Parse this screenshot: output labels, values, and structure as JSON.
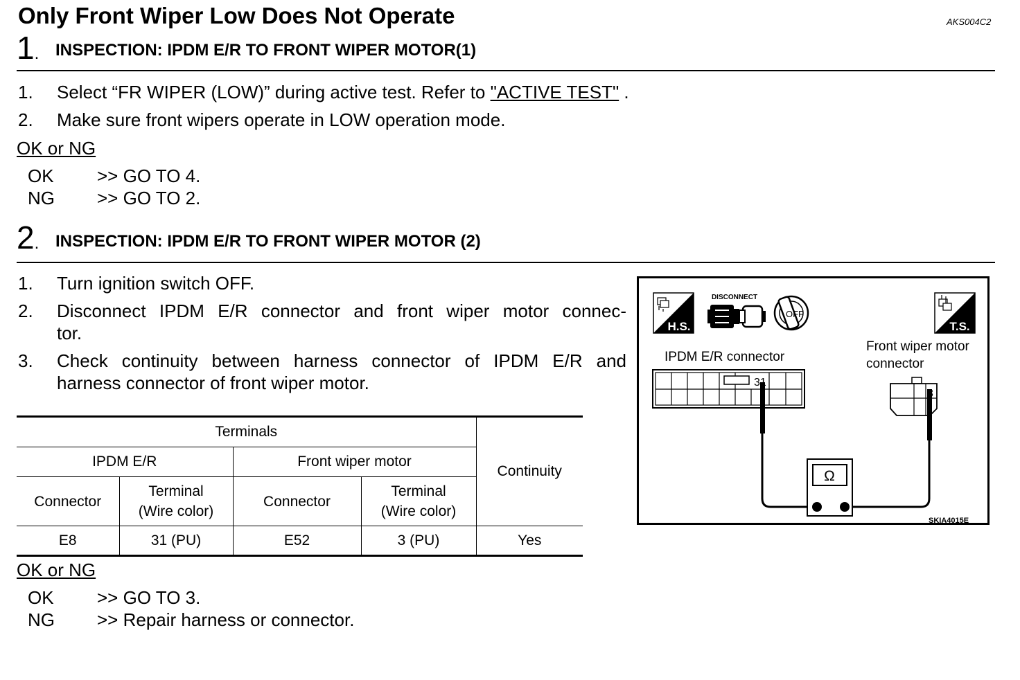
{
  "title": "Only Front Wiper Low Does Not Operate",
  "doc_id": "AKS004C2",
  "step1": {
    "number": "1",
    "title": "INSPECTION: IPDM E/R TO FRONT WIPER MOTOR(1)",
    "items": [
      {
        "num": "1.",
        "text_before": "Select “FR WIPER (LOW)” during active test. Refer to ",
        "link": "\"ACTIVE TEST\"",
        "text_after": " ."
      },
      {
        "num": "2.",
        "text": "Make sure front wipers operate in LOW operation mode."
      }
    ],
    "ok_ng_label": "OK or NG",
    "ok_label": "OK",
    "ok_result": ">> GO TO 4.",
    "ng_label": "NG",
    "ng_result": ">> GO TO 2."
  },
  "step2": {
    "number": "2",
    "title": "INSPECTION: IPDM E/R TO FRONT WIPER MOTOR (2)",
    "items": [
      {
        "num": "1.",
        "text": "Turn ignition switch OFF."
      },
      {
        "num": "2.",
        "line1": "Disconnect IPDM E/R connector and front wiper motor connec-",
        "line2": "tor."
      },
      {
        "num": "3.",
        "line1": "Check continuity between harness connector of IPDM E/R and",
        "line2": "harness connector of front wiper motor."
      }
    ],
    "table": {
      "terminals": "Terminals",
      "ipdm": "IPDM E/R",
      "motor": "Front wiper motor",
      "continuity": "Continuity",
      "connector": "Connector",
      "terminal_l1": "Terminal",
      "terminal_l2": "(Wire color)",
      "row": {
        "c1": "E8",
        "c2": "31 (PU)",
        "c3": "E52",
        "c4": "3 (PU)",
        "c5": "Yes"
      }
    },
    "ok_ng_label": "OK or NG",
    "ok_label": "OK",
    "ok_result": ">>  GO TO 3.",
    "ng_label": "NG",
    "ng_result": ">> Repair harness or connector."
  },
  "diagram": {
    "hs_label": "H.S.",
    "ts_label": "T.S.",
    "disconnect_label": "DISCONNECT",
    "off_label": "OFF",
    "ipdm_connector_label": "IPDM E/R connector",
    "motor_label_l1": "Front wiper motor",
    "motor_label_l2": "connector",
    "ipdm_pin": "31",
    "motor_pin": "3",
    "ohm_symbol": "Ω",
    "figure_id": "SKIA4015E"
  }
}
